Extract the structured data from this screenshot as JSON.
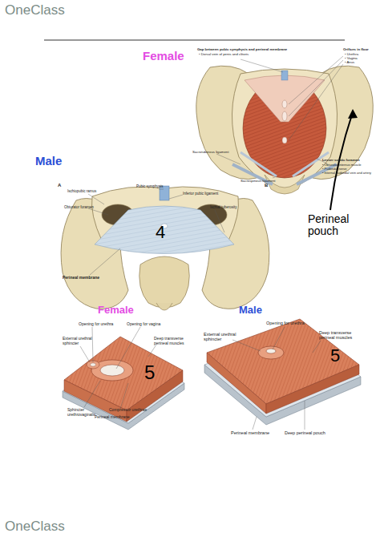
{
  "diagram": {
    "labels": [
      "OneClass",
      "Female",
      "Gap between pubic symphysis and perineal membrane",
      "• Dorsal vein of penis and clitoris",
      "Orifices in floor",
      "• Urethra",
      "• Vagina",
      "• Anus",
      "Sacrotuberous ligament",
      "Sacrospinous ligament",
      "Lesser sciatic foramen",
      "• Obturator internus muscle",
      "• Pudendal nerve",
      "• Internal pudendal vein and artery",
      "Perineal pouch",
      "Male",
      "A",
      "B",
      "Ischiopubic ramus",
      "Pubic symphysis",
      "Inferior pubic ligament",
      "Obturator foramen",
      "Ischial tuberosity",
      "4",
      "Perineal membrane",
      "Female",
      "Male",
      "Opening for urethra",
      "Opening for vagina",
      "External urethral sphincter",
      "Deep transverse perineal muscles",
      "5",
      "Sphincter urethrovaginalis",
      "Compressor urethrae",
      "Perineal membrane",
      "Opening for urethra",
      "External urethral sphincter",
      "Deep transverse perineal muscles",
      "5",
      "Perineal membrane",
      "Deep perineal pouch",
      "OneClass"
    ]
  }
}
